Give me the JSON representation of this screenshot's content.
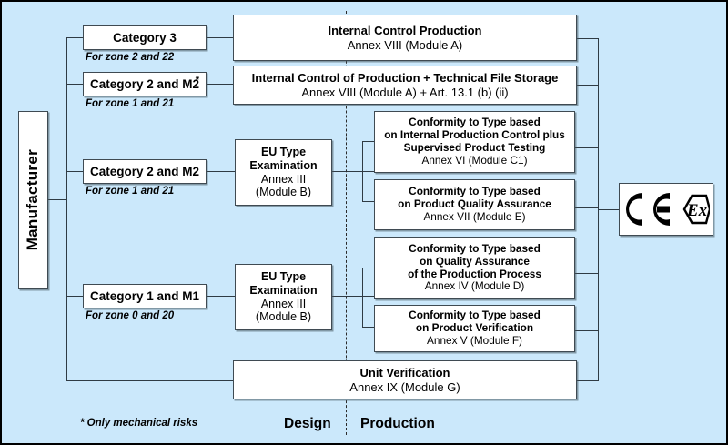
{
  "diagram": {
    "title": "ATEX conformity assessment routes",
    "background_color": "#cbe8fb",
    "box_border_color": "#3f4a52",
    "manufacturer": {
      "label": "Manufacturer"
    },
    "categories": [
      {
        "name": "category-3",
        "label": "Category 3",
        "zone": "For zone 2 and 22",
        "footnote_marker": ""
      },
      {
        "name": "category-2-m2-star",
        "label": "Category 2 and  M2",
        "zone": "For zone 1 and 21",
        "footnote_marker": "*"
      },
      {
        "name": "category-2-m2",
        "label": "Category 2 and  M2",
        "zone": "For zone 1 and 21",
        "footnote_marker": ""
      },
      {
        "name": "category-1-m1",
        "label": "Category 1 and  M1",
        "zone": "For zone 0 and 20",
        "footnote_marker": ""
      }
    ],
    "design_modules": [
      {
        "name": "eu-type-examination-cat2",
        "lines": [
          "EU Type",
          "Examination",
          "Annex  III",
          "(Module B)"
        ],
        "bold": [
          true,
          true,
          false,
          false
        ]
      },
      {
        "name": "eu-type-examination-cat1",
        "lines": [
          "EU Type",
          "Examination",
          "Annex  III",
          "(Module B)"
        ],
        "bold": [
          true,
          true,
          false,
          false
        ]
      }
    ],
    "production_modules": [
      {
        "name": "internal-control-production",
        "lines": [
          "Internal Control Production",
          "Annex VIII (Module A)"
        ],
        "bold": [
          true,
          false
        ]
      },
      {
        "name": "internal-control-production-technical-file",
        "lines": [
          "Internal Control of Production + Technical File Storage",
          "Annex VIII (Module A) + Art. 13.1 (b) (ii)"
        ],
        "bold": [
          true,
          false
        ]
      },
      {
        "name": "conformity-internal-production-control-c1",
        "lines": [
          "Conformity to Type based",
          "on Internal Production Control plus",
          "Supervised Product Testing",
          "Annex  VI (Module C1)"
        ],
        "bold": [
          true,
          true,
          true,
          false
        ]
      },
      {
        "name": "conformity-product-quality-assurance-e",
        "lines": [
          "Conformity to Type based",
          "on Product Quality Assurance",
          "Annex  VII (Module E)"
        ],
        "bold": [
          true,
          true,
          false
        ]
      },
      {
        "name": "conformity-quality-assurance-production-process-d",
        "lines": [
          "Conformity to Type based",
          "on Quality Assurance",
          "of the Production Process",
          "Annex  IV (Module D)"
        ],
        "bold": [
          true,
          true,
          true,
          false
        ]
      },
      {
        "name": "conformity-product-verification-f",
        "lines": [
          "Conformity to Type based",
          "on Product Verification",
          "Annex  V (Module F)"
        ],
        "bold": [
          true,
          true,
          false
        ]
      },
      {
        "name": "unit-verification",
        "lines": [
          "Unit Verification",
          "Annex IX (Module G)"
        ],
        "bold": [
          true,
          false
        ]
      }
    ],
    "marking": {
      "ce_text": "CE",
      "ex_text": "Ex",
      "label": "CE Ex marking"
    },
    "stages": {
      "design": "Design",
      "production": "Production"
    },
    "footnote": "* Only mechanical  risks"
  }
}
